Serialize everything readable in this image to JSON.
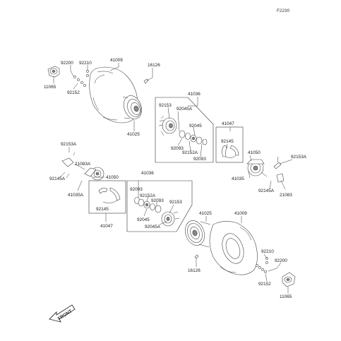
{
  "figure_id": "F2230",
  "front_label": "FRONT",
  "labels": {
    "p41009_top": "41009",
    "p16126_top": "16126",
    "p92200_top": "92200",
    "p92210_top": "92210",
    "p92152_top": "92152",
    "p11065_top": "11065",
    "p41025_top": "41025",
    "p41036_top": "41036",
    "p92153_topbox": "92153",
    "p92045A_topbox": "92045A",
    "p92045_topbox": "92045",
    "p92093_topbox_a": "92093",
    "p92152A_topbox": "92152A",
    "p92093_topbox_b": "92093",
    "p41047_right": "41047",
    "p92145_right": "92145",
    "p41050_right": "41050",
    "p92153A_right": "92153A",
    "p41035_right": "41035",
    "p92145A_right": "92145A",
    "p21083_right": "21083",
    "p92153A_left": "92153A",
    "p21083A_left": "21083A",
    "p92145A_left": "92145A",
    "p41050_left": "41050",
    "p41035A_left": "41035A",
    "p41036_bottom": "41036",
    "p92093_botbox_a": "92093",
    "p92152A_botbox": "92152A",
    "p92093_botbox_b": "92093",
    "p92153_botbox": "92153",
    "p92045_botbox": "92045",
    "p92045A_botbox": "92045A",
    "p92145_left": "92145",
    "p41047_left": "41047",
    "p41025_bottom": "41025",
    "p41009_bottom": "41009",
    "p16126_bottom": "16126",
    "p92210_bottom": "92210",
    "p92200_bottom": "92200",
    "p92152_bottom": "92152",
    "p11065_bottom": "11065"
  }
}
